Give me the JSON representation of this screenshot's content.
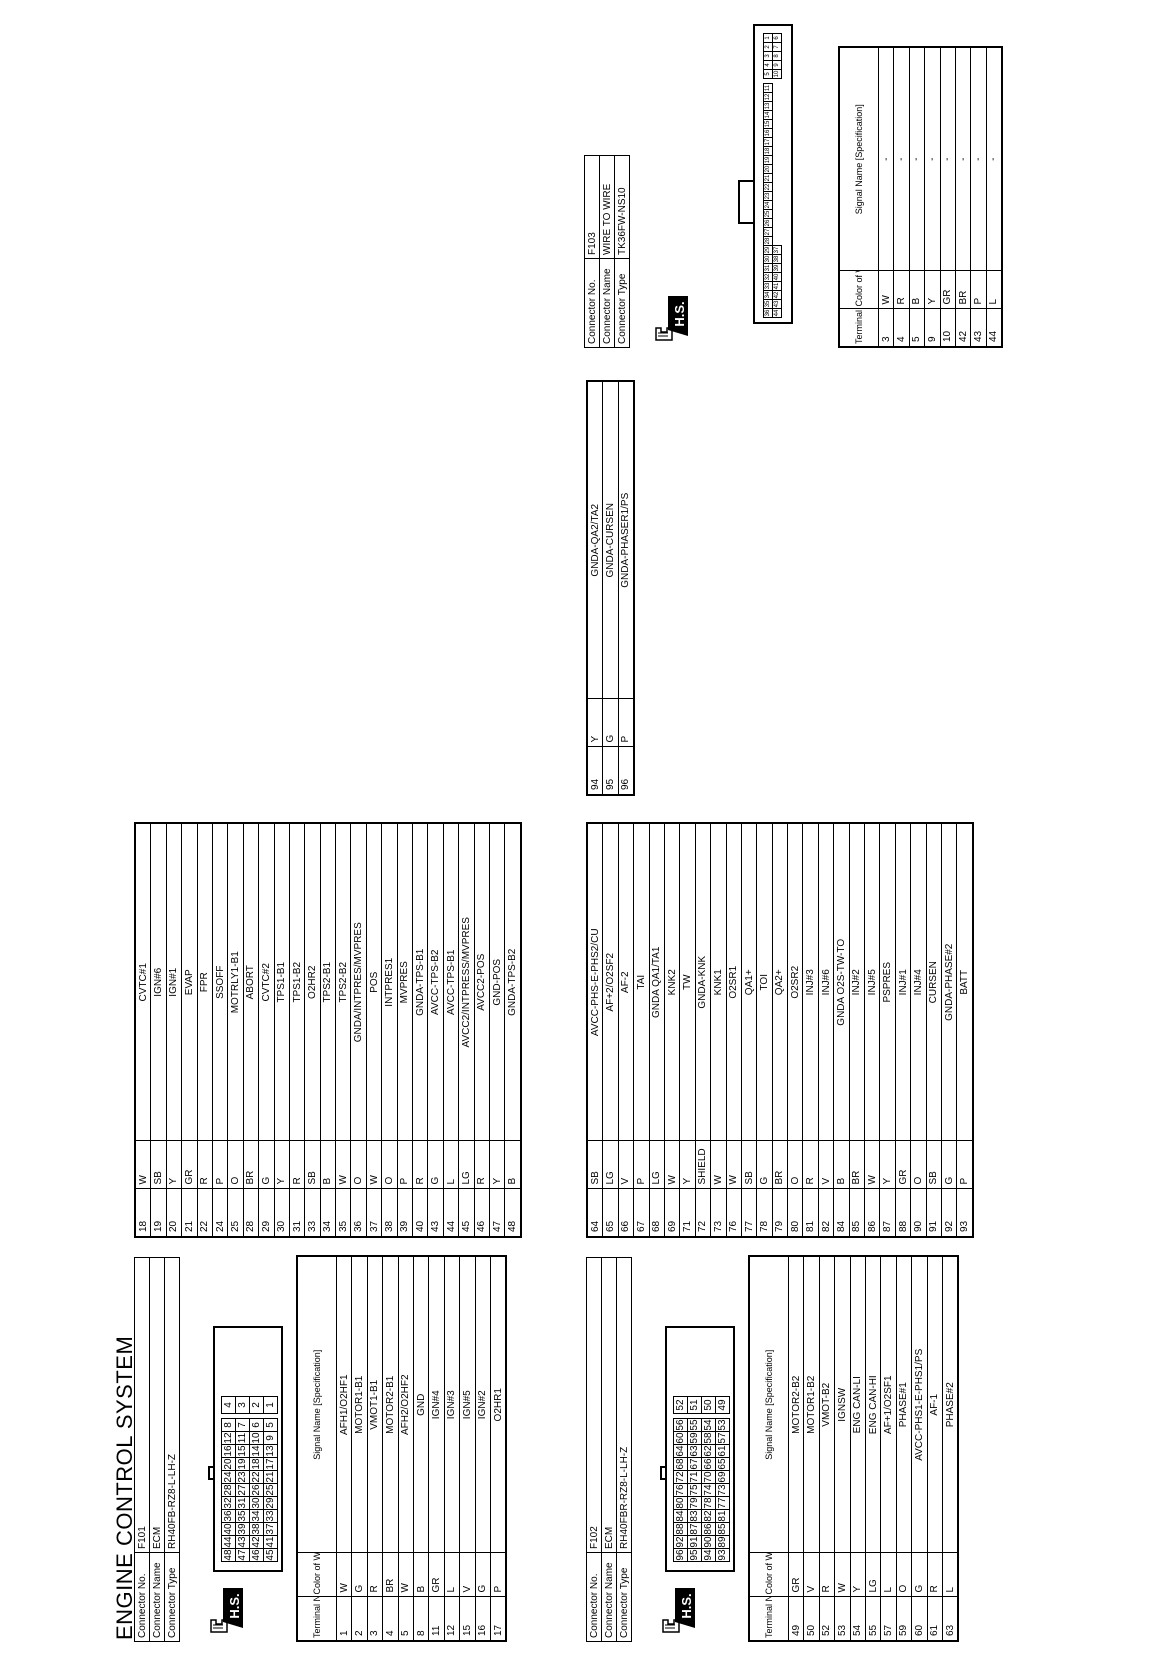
{
  "title": "ENGINE CONTROL SYSTEM",
  "labels": {
    "connector_no": "Connector No.",
    "connector_name": "Connector Name",
    "connector_type": "Connector Type",
    "terminal_no": "Terminal No.",
    "color_of_wire": "Color of Wire",
    "signal_name": "Signal Name [Specification]",
    "hs": "H.S."
  },
  "f101": {
    "no": "F101",
    "name": "ECM",
    "type": "RH40FB-RZ8-L-LH-Z",
    "grid_left": [
      [
        "48",
        "44",
        "40",
        "36",
        "32",
        "28",
        "24",
        "20",
        "16",
        "12",
        "8"
      ],
      [
        "47",
        "43",
        "39",
        "35",
        "31",
        "27",
        "23",
        "19",
        "15",
        "11",
        "7"
      ],
      [
        "46",
        "42",
        "38",
        "34",
        "30",
        "26",
        "22",
        "18",
        "14",
        "10",
        "6"
      ],
      [
        "45",
        "41",
        "37",
        "33",
        "29",
        "25",
        "21",
        "17",
        "13",
        "9",
        "5"
      ]
    ],
    "grid_right": [
      "4",
      "3",
      "2",
      "1"
    ],
    "rows_a": [
      [
        "1",
        "W",
        "AFH1/O2HF1"
      ],
      [
        "2",
        "G",
        "MOTOR1-B1"
      ],
      [
        "3",
        "R",
        "VMOT1-B1"
      ],
      [
        "4",
        "BR",
        "MOTOR2-B1"
      ],
      [
        "5",
        "W",
        "AFH2/O2HF2"
      ],
      [
        "8",
        "B",
        "GND"
      ],
      [
        "11",
        "GR",
        "IGN#4"
      ],
      [
        "12",
        "L",
        "IGN#3"
      ],
      [
        "15",
        "V",
        "IGN#5"
      ],
      [
        "16",
        "G",
        "IGN#2"
      ],
      [
        "17",
        "P",
        "O2HR1"
      ]
    ],
    "rows_b": [
      [
        "18",
        "W",
        "CVTC#1"
      ],
      [
        "19",
        "SB",
        "IGN#6"
      ],
      [
        "20",
        "Y",
        "IGN#1"
      ],
      [
        "21",
        "GR",
        "EVAP"
      ],
      [
        "22",
        "R",
        "FPR"
      ],
      [
        "24",
        "P",
        "SSOFF"
      ],
      [
        "25",
        "O",
        "MOTRLY1-B1"
      ],
      [
        "28",
        "BR",
        "ABORT"
      ],
      [
        "29",
        "G",
        "CVTC#2"
      ],
      [
        "30",
        "Y",
        "TPS1-B1"
      ],
      [
        "31",
        "R",
        "TPS1-B2"
      ],
      [
        "33",
        "SB",
        "O2HR2"
      ],
      [
        "34",
        "B",
        "TPS2-B1"
      ],
      [
        "35",
        "W",
        "TPS2-B2"
      ],
      [
        "36",
        "O",
        "GNDA/INTPRES/MVPRES"
      ],
      [
        "37",
        "W",
        "POS"
      ],
      [
        "38",
        "O",
        "INTPRES1"
      ],
      [
        "39",
        "P",
        "MVPRES"
      ],
      [
        "40",
        "R",
        "GNDA-TPS-B1"
      ],
      [
        "43",
        "G",
        "AVCC-TPS-B2"
      ],
      [
        "44",
        "L",
        "AVCC-TPS-B1"
      ],
      [
        "45",
        "LG",
        "AVCC2/INTPRESS/MVPRES"
      ],
      [
        "46",
        "R",
        "AVCC2-POS"
      ],
      [
        "47",
        "Y",
        "GND-POS"
      ],
      [
        "48",
        "B",
        "GNDA-TPS-B2"
      ]
    ]
  },
  "f102": {
    "no": "F102",
    "name": "ECM",
    "type": "RH40FBR-RZ8-L-LH-Z",
    "grid_left": [
      [
        "96",
        "92",
        "88",
        "84",
        "80",
        "76",
        "72",
        "68",
        "64",
        "60",
        "56"
      ],
      [
        "95",
        "91",
        "87",
        "83",
        "79",
        "75",
        "71",
        "67",
        "63",
        "59",
        "55"
      ],
      [
        "94",
        "90",
        "86",
        "82",
        "78",
        "74",
        "70",
        "66",
        "62",
        "58",
        "54"
      ],
      [
        "93",
        "89",
        "85",
        "81",
        "77",
        "73",
        "69",
        "65",
        "61",
        "57",
        "53"
      ]
    ],
    "grid_right": [
      "52",
      "51",
      "50",
      "49"
    ],
    "rows_a": [
      [
        "49",
        "GR",
        "MOTOR2-B2"
      ],
      [
        "50",
        "V",
        "MOTOR1-B2"
      ],
      [
        "52",
        "R",
        "VMOT-B2"
      ],
      [
        "53",
        "W",
        "IGNSW"
      ],
      [
        "54",
        "Y",
        "ENG CAN-LI"
      ],
      [
        "55",
        "LG",
        "ENG CAN-HI"
      ],
      [
        "57",
        "L",
        "AF+1/O2SF1"
      ],
      [
        "59",
        "O",
        "PHASE#1"
      ],
      [
        "60",
        "G",
        "AVCC-PHS1-E-PHS1/PS"
      ],
      [
        "61",
        "R",
        "AF-1"
      ],
      [
        "63",
        "L",
        "PHASE#2"
      ]
    ],
    "rows_b": [
      [
        "64",
        "SB",
        "AVCC-PHS-E-PHS2/CU"
      ],
      [
        "65",
        "LG",
        "AF+2/O2SF2"
      ],
      [
        "66",
        "V",
        "AF-2"
      ],
      [
        "67",
        "P",
        "TAI"
      ],
      [
        "68",
        "LG",
        "GNDA QA1/TA1"
      ],
      [
        "69",
        "W",
        "KNK2"
      ],
      [
        "71",
        "Y",
        "TW"
      ],
      [
        "72",
        "SHIELD",
        "GNDA-KNK"
      ],
      [
        "73",
        "W",
        "KNK1"
      ],
      [
        "76",
        "W",
        "O2SR1"
      ],
      [
        "77",
        "SB",
        "QA1+"
      ],
      [
        "78",
        "G",
        "TOI"
      ],
      [
        "79",
        "BR",
        "QA2+"
      ],
      [
        "80",
        "O",
        "O2SR2"
      ],
      [
        "81",
        "R",
        "INJ#3"
      ],
      [
        "82",
        "V",
        "INJ#6"
      ],
      [
        "84",
        "B",
        "GNDA O2S-TW-TO"
      ],
      [
        "85",
        "BR",
        "INJ#2"
      ],
      [
        "86",
        "W",
        "INJ#5"
      ],
      [
        "87",
        "Y",
        "PSPRES"
      ],
      [
        "88",
        "GR",
        "INJ#1"
      ],
      [
        "90",
        "O",
        "INJ#4"
      ],
      [
        "91",
        "SB",
        "CURSEN"
      ],
      [
        "92",
        "G",
        "GNDA-PHASE#2"
      ],
      [
        "93",
        "P",
        "BATT"
      ]
    ],
    "rows_c": [
      [
        "94",
        "Y",
        "GNDA-QA2/TA2"
      ],
      [
        "95",
        "G",
        "GNDA-CURSEN"
      ],
      [
        "96",
        "P",
        "GNDA-PHASER1/PS"
      ]
    ]
  },
  "f103": {
    "no": "F103",
    "name": "WIRE TO WIRE",
    "type": "TK36FW-NS10",
    "grid_left": [
      [
        "36",
        "35",
        "34",
        "33",
        "32",
        "31",
        "30",
        "29",
        "28",
        "27",
        "26",
        "25",
        "24",
        "23",
        "22",
        "21",
        "20",
        "19",
        "18",
        "17",
        "16",
        "15",
        "14",
        "13",
        "12",
        "11"
      ],
      [
        "44",
        "43",
        "42",
        "41",
        "40",
        "39",
        "38",
        "37",
        "",
        "",
        "",
        "",
        "",
        "",
        "",
        "",
        "",
        "",
        "",
        "",
        "",
        "",
        "",
        "",
        "",
        ""
      ]
    ],
    "grid_right": [
      [
        "5",
        "4",
        "3",
        "2",
        "1"
      ],
      [
        "10",
        "9",
        "8",
        "7",
        "6"
      ]
    ],
    "rows": [
      [
        "3",
        "W",
        "-"
      ],
      [
        "4",
        "R",
        "-"
      ],
      [
        "5",
        "B",
        "-"
      ],
      [
        "9",
        "Y",
        "-"
      ],
      [
        "10",
        "GR",
        "-"
      ],
      [
        "42",
        "BR",
        "-"
      ],
      [
        "43",
        "P",
        "-"
      ],
      [
        "44",
        "L",
        "-"
      ]
    ]
  }
}
